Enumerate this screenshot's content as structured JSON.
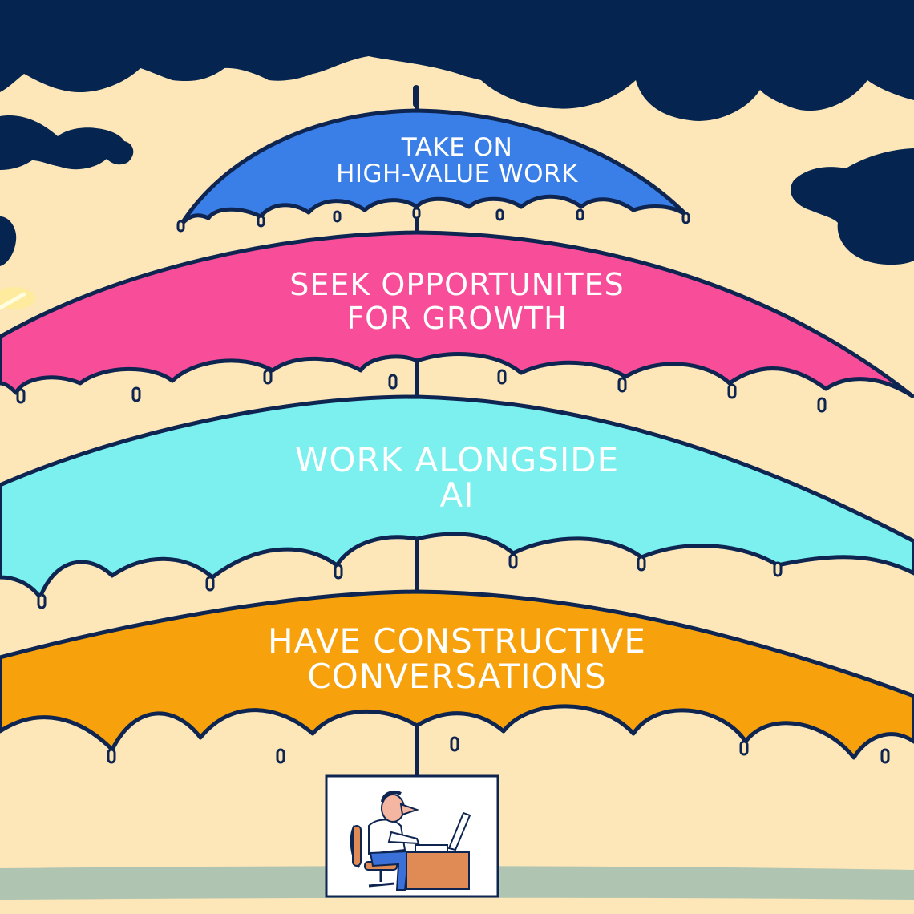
{
  "illustration": {
    "colors": {
      "background": "#fde6b8",
      "storm_cloud": "#05244f",
      "outline": "#0d2550",
      "umbrella_blue": "#3a7fe8",
      "umbrella_pink": "#f84e9a",
      "umbrella_cyan": "#7bf0ee",
      "umbrella_orange": "#f7a20c",
      "ground": "#afc4b1",
      "picture_frame": "#ffffff",
      "lightning": "#fff36b"
    },
    "umbrellas": [
      {
        "line1": "Take on",
        "line2": "high-value work",
        "color": "#3a7fe8"
      },
      {
        "line1": "Seek opportunites",
        "line2": "for growth",
        "color": "#f84e9a"
      },
      {
        "line1": "Work alongside",
        "line2": "AI",
        "color": "#7bf0ee"
      },
      {
        "line1": "Have constructive",
        "line2": "conversations",
        "color": "#f7a20c"
      }
    ],
    "figure": {
      "description": "Office worker at desk with computer"
    }
  }
}
